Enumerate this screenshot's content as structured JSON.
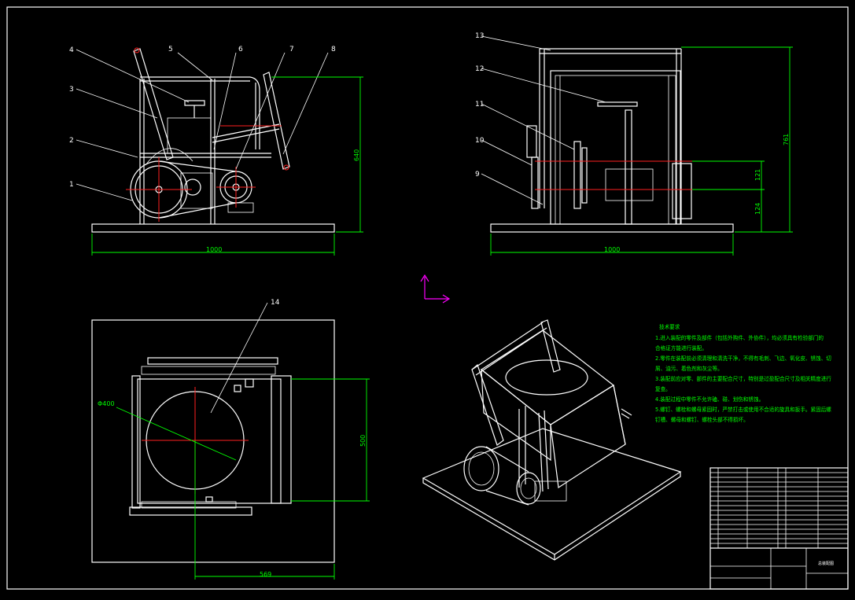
{
  "views": {
    "front": {
      "part_labels": [
        "1",
        "2",
        "3",
        "4",
        "5",
        "6",
        "7",
        "8"
      ],
      "dims": {
        "width": "1000",
        "height": "640"
      }
    },
    "side": {
      "part_labels": [
        "9",
        "10",
        "11",
        "12",
        "13"
      ],
      "dims": {
        "width": "1000",
        "height_total": "761",
        "dim_upper": "121",
        "dim_lower": "124"
      }
    },
    "top": {
      "part_labels": [
        "14"
      ],
      "dims": {
        "diameter": "Φ400",
        "depth": "500",
        "offset": "569"
      }
    }
  },
  "technical_notes": {
    "title": "技术要求",
    "lines": [
      "1.进入装配的零件及部件（包括外购件、外协件），均必须具有检验部门的",
      "合格证方能进行装配。",
      "2.零件在装配前必须清理和清洗干净，不得有毛刺、飞边、氧化皮、锈蚀、切",
      "屑、油污、着色剂和灰尘等。",
      "3.装配前应对零、部件的主要配合尺寸，特别是过盈配合尺寸及相关精度进行",
      "复查。",
      "4.装配过程中零件不允许磕、碰、划伤和锈蚀。",
      "5.螺钉、螺栓和螺母紧固时，严禁打击或使用不合适的旋具和扳手。紧固后螺",
      "钉槽、螺母和螺钉、螺栓头部不得损坏。"
    ]
  },
  "title_block": {
    "drawing_name": "总装配图"
  },
  "colors": {
    "background": "#000000",
    "lines": "#ffffff",
    "dimensions": "#00ff00",
    "centerlines": "#ff2020",
    "ucs": "#ff00ff"
  }
}
